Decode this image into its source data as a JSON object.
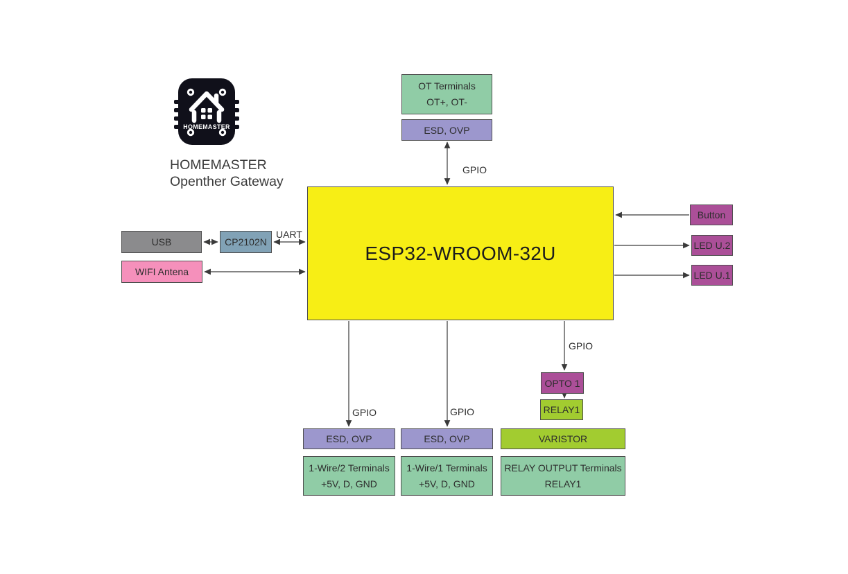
{
  "diagram_title": {
    "line1": "HOMEMASTER",
    "line2": "Openther Gateway"
  },
  "logo": {
    "text": "HOMEMASTER"
  },
  "chip": {
    "label": "ESP32-WROOM-32U"
  },
  "blocks": {
    "ot_terminals": {
      "line1": "OT Terminals",
      "line2": "OT+, OT-"
    },
    "esd_ovp_top": {
      "label": "ESD, OVP"
    },
    "usb": {
      "label": "USB"
    },
    "cp2102n": {
      "label": "CP2102N"
    },
    "wifi_antenna": {
      "label": "WIFI Antena"
    },
    "button": {
      "label": "Button"
    },
    "led_u2": {
      "label": "LED U.2"
    },
    "led_u1": {
      "label": "LED U.1"
    },
    "opto1": {
      "label": "OPTO 1"
    },
    "relay1": {
      "label": "RELAY1"
    },
    "varistor": {
      "label": "VARISTOR"
    },
    "relay_output": {
      "line1": "RELAY OUTPUT Terminals",
      "line2": "RELAY1"
    },
    "esd_ovp_wire2": {
      "label": "ESD, OVP"
    },
    "esd_ovp_wire1": {
      "label": "ESD, OVP"
    },
    "wire2_terminals": {
      "line1": "1-Wire/2 Terminals",
      "line2": "+5V, D, GND"
    },
    "wire1_terminals": {
      "line1": "1-Wire/1 Terminals",
      "line2": "+5V, D, GND"
    }
  },
  "wire_labels": {
    "uart": "UART",
    "gpio_ot": "GPIO",
    "gpio_wire2": "GPIO",
    "gpio_wire1": "GPIO",
    "gpio_relay": "GPIO"
  },
  "colors": {
    "green": "#90cca6",
    "purple": "#9c97cd",
    "yellow": "#f7ee15",
    "gray": "#8b8b8d",
    "steel": "#81a2b6",
    "pink": "#f590bb",
    "magenta": "#ab4f98",
    "lime": "#a2cc30",
    "wire": "#3a3a3a"
  },
  "connections": [
    {
      "from": "OT Terminals OT+, OT-",
      "to": "ESD, OVP",
      "style": "stacked"
    },
    {
      "from": "ESD, OVP (OT)",
      "to": "ESP32-WROOM-32U",
      "label": "GPIO",
      "direction": "bidirectional"
    },
    {
      "from": "USB",
      "to": "CP2102N",
      "direction": "bidirectional"
    },
    {
      "from": "CP2102N",
      "to": "ESP32-WROOM-32U",
      "label": "UART",
      "direction": "bidirectional"
    },
    {
      "from": "WIFI Antena",
      "to": "ESP32-WROOM-32U",
      "direction": "bidirectional"
    },
    {
      "from": "Button",
      "to": "ESP32-WROOM-32U",
      "direction": "into-chip"
    },
    {
      "from": "ESP32-WROOM-32U",
      "to": "LED U.2",
      "direction": "out-of-chip"
    },
    {
      "from": "ESP32-WROOM-32U",
      "to": "LED U.1",
      "direction": "out-of-chip"
    },
    {
      "from": "ESP32-WROOM-32U",
      "to": "ESD, OVP (1-Wire/2)",
      "label": "GPIO",
      "direction": "out-of-chip"
    },
    {
      "from": "ESP32-WROOM-32U",
      "to": "ESD, OVP (1-Wire/1)",
      "label": "GPIO",
      "direction": "out-of-chip"
    },
    {
      "from": "ESP32-WROOM-32U",
      "to": "OPTO 1",
      "label": "GPIO",
      "direction": "out-of-chip"
    },
    {
      "from": "OPTO 1",
      "to": "RELAY1",
      "direction": "down"
    },
    {
      "from": "VARISTOR",
      "to": "RELAY OUTPUT Terminals RELAY1",
      "style": "stacked"
    }
  ]
}
